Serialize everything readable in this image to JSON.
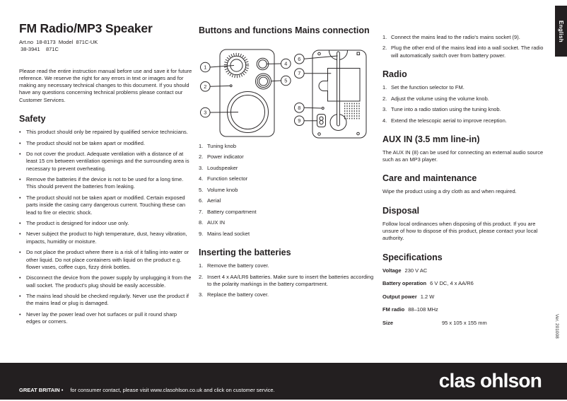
{
  "page": {
    "title": "FM Radio/MP3 Speaker",
    "art_line1": "Art.no  18-8173  Model  871C-UK",
    "art_line2": " 38-3941    871C",
    "intro": "Please read the entire instruction manual before use and save it for future reference. We reserve the right for any errors in text or images and for making any necessary technical changes to this document. If you should have any questions concerning technical problems please contact our Customer Services."
  },
  "safety": {
    "heading": "Safety",
    "bullets": [
      "This product should only be repaired by qualified service technicians.",
      "The product should not be taken apart or modified.",
      "Do not cover the product. Adequate ventilation with a distance of at least 15 cm between ventilation openings and the surrounding area is necessary to prevent overheating.",
      "Remove the batteries if the device is not to be used for a long time. This should prevent the batteries from leaking.",
      "The product should not be taken apart or modified. Certain exposed parts inside the casing carry dangerous current. Touching these can lead to fire or electric shock.",
      "The product is designed for indoor use only.",
      "Never subject the product to high temperature, dust, heavy vibration, impacts, humidity or moisture.",
      "Do not place the product where there is a risk of it falling into water or other liquid. Do not place containers with liquid on the product e.g. flower vases, coffee cups, fizzy drink bottles.",
      "Disconnect the device from the power supply by unplugging it from the wall socket. The product's plug should be easily accessible.",
      "The mains lead should be checked regularly. Never use the product if the mains lead or plug is damaged.",
      "Never lay the power lead over hot surfaces or pull it round sharp edges or corners."
    ]
  },
  "buttons": {
    "heading": "Buttons and functions",
    "callouts": [
      "1",
      "2",
      "3",
      "4",
      "5",
      "6",
      "7",
      "8",
      "9"
    ],
    "legend": [
      "Tuning knob",
      "Power indicator",
      "Loudspeaker",
      "Function selector",
      "Volume knob",
      "Aerial",
      "Battery compartment",
      "AUX IN",
      "Mains lead socket"
    ]
  },
  "batteries": {
    "heading": "Inserting the batteries",
    "steps": [
      "Remove the battery cover.",
      "Insert 4 x AA/LR6 batteries. Make sure to insert the batteries according to the polarity markings in the battery compartment.",
      "Replace the battery cover."
    ]
  },
  "mains": {
    "heading": "Mains connection",
    "steps": [
      "Connect the mains lead to the radio's mains socket (9).",
      "Plug the other end of the mains lead into a wall socket. The radio will automatically switch over from battery power."
    ]
  },
  "radio": {
    "heading": "Radio",
    "steps": [
      "Set the function selector to FM.",
      "Adjust the volume using the volume knob.",
      "Tune into a radio station using the tuning knob.",
      "Extend the telescopic aerial to improve reception."
    ]
  },
  "aux": {
    "heading": "AUX IN (3.5 mm line-in)",
    "body": "The AUX IN (8) can be used for connecting an external audio source such as an MP3 player."
  },
  "care": {
    "heading": "Care and maintenance",
    "body": "Wipe the product using a dry cloth as and when required."
  },
  "disposal": {
    "heading": "Disposal",
    "body": "Follow local ordinances when disposing of this product. If you are unsure of how to dispose of this product, please contact your local authority."
  },
  "specs": {
    "heading": "Specifications",
    "rows": [
      {
        "label": "Voltage",
        "value": "230 V AC"
      },
      {
        "label": "Battery operation",
        "value": "6 V DC, 4 x AA/R6"
      },
      {
        "label": "Output power",
        "value": "1.2 W"
      },
      {
        "label": "FM radio",
        "value": "88–108 MHz"
      },
      {
        "label": "Size",
        "value": "95 x 105 x 155 mm"
      }
    ]
  },
  "sidebar": {
    "language_tab": "English",
    "version": "Ver. 201008"
  },
  "footer": {
    "region": "GREAT BRITAIN •",
    "contact": "for consumer contact, please visit www.clasohlson.co.uk and click on customer service.",
    "logo": "clas ohlson"
  },
  "colors": {
    "ink": "#231f20",
    "bar": "#231f20",
    "paper": "#ffffff"
  }
}
